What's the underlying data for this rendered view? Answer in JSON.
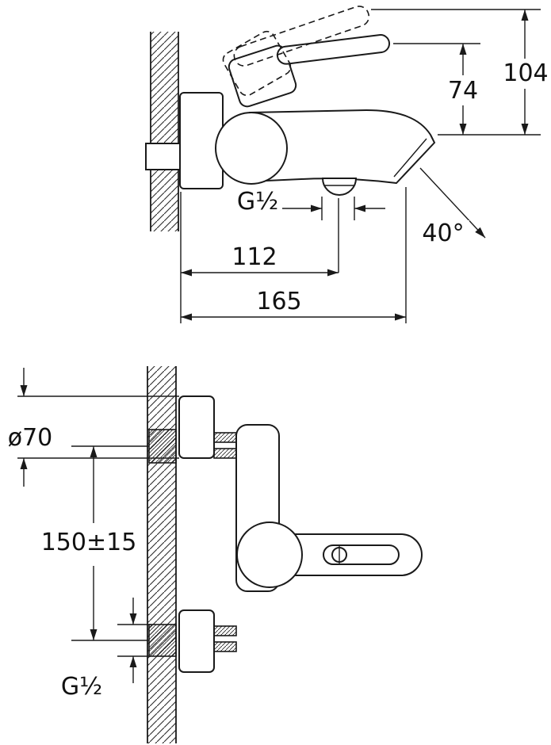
{
  "drawing": {
    "side_view": {
      "dim_height_total": "104",
      "dim_height_to_lever": "74",
      "dim_outlet_thread": "G½",
      "dim_spout_angle": "40°",
      "dim_wall_to_outlet": "112",
      "dim_wall_to_spout_tip": "165"
    },
    "front_view": {
      "dim_flange_diameter": "ø70",
      "dim_supply_spacing": "150±15",
      "dim_supply_thread": "G½"
    },
    "colors": {
      "line": "#1a1a1a",
      "background": "#ffffff"
    }
  }
}
